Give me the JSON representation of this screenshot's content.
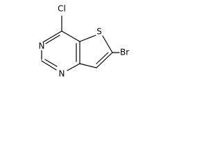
{
  "molecule": {
    "atoms": {
      "chlorine": "Cl",
      "nitrogen_upper": "N",
      "nitrogen_lower": "N",
      "sulfur": "S",
      "bromine": "Br"
    }
  },
  "colors": {
    "background": "#ffffff",
    "ink": "#000000"
  }
}
